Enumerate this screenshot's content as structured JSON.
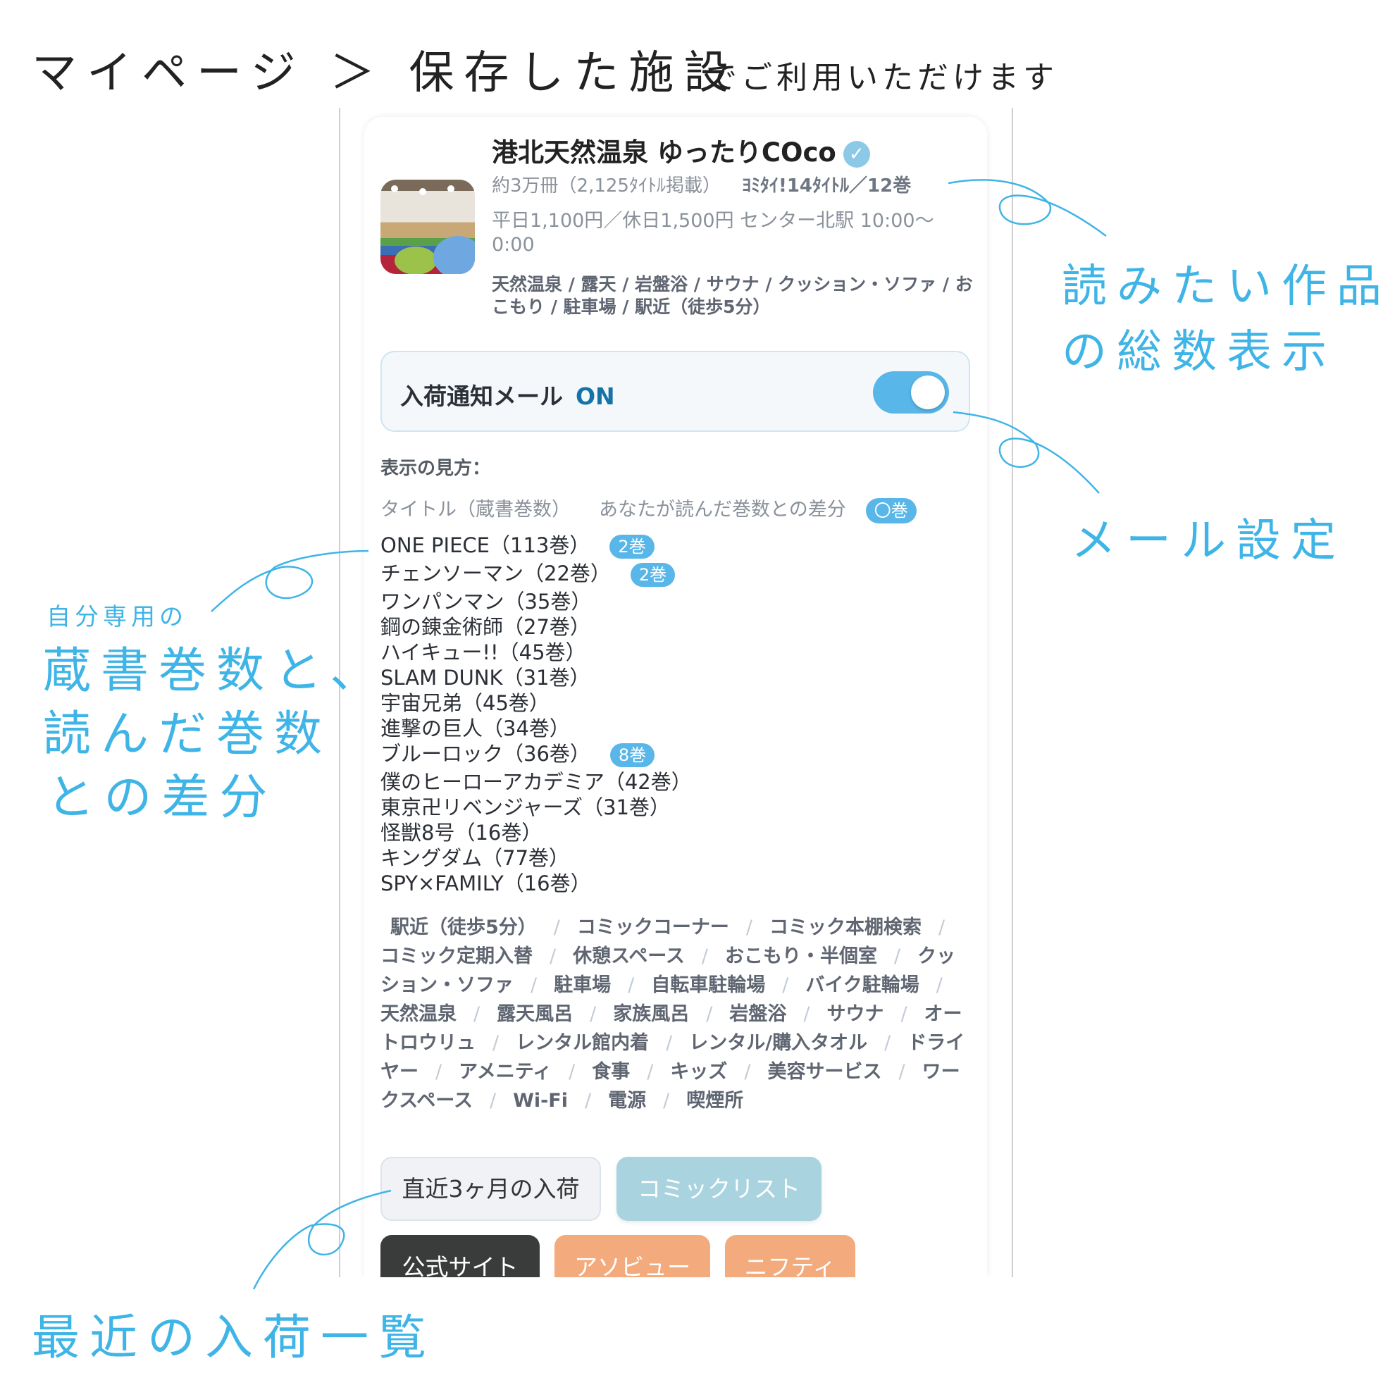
{
  "header": {
    "breadcrumb": "マイページ ＞ 保存した施設",
    "note": "でご利用いただけます"
  },
  "facility": {
    "name": "港北天然温泉 ゆったりCOco",
    "verified_icon": "check-circle-icon",
    "books": "約3万冊（2,125ﾀｲﾄﾙ掲載）",
    "yomitai": "ﾖﾐﾀｲ!14ﾀｲﾄﾙ／12巻",
    "price_hours": "平日1,100円／休日1,500円 センター北駅 10:00〜0:00",
    "tags": "天然温泉 / 露天 / 岩盤浴 / サウナ / クッション・ソファ / おこもり / 駐車場 / 駅近（徒歩5分）"
  },
  "notify": {
    "label": "入荷通知メール",
    "state": "ON",
    "enabled": true,
    "toggle_color": "#58b6e8"
  },
  "howto": {
    "heading": "表示の見方：",
    "title_label": "タイトル（蔵書巻数）",
    "diff_label": "あなたが読んだ巻数との差分",
    "diff_example": "〇巻"
  },
  "comics": [
    {
      "title": "ONE PIECE（113巻）",
      "diff": "2巻"
    },
    {
      "title": "チェンソーマン（22巻）",
      "diff": "2巻"
    },
    {
      "title": "ワンパンマン（35巻）"
    },
    {
      "title": "鋼の錬金術師（27巻）"
    },
    {
      "title": "ハイキュー!!（45巻）"
    },
    {
      "title": "SLAM DUNK（31巻）"
    },
    {
      "title": "宇宙兄弟（45巻）"
    },
    {
      "title": "進撃の巨人（34巻）"
    },
    {
      "title": "ブルーロック（36巻）",
      "diff": "8巻"
    },
    {
      "title": "僕のヒーローアカデミア（42巻）"
    },
    {
      "title": "東京卍リベンジャーズ（31巻）"
    },
    {
      "title": "怪獣8号（16巻）"
    },
    {
      "title": "キングダム（77巻）"
    },
    {
      "title": "SPY×FAMILY（16巻）"
    }
  ],
  "amenities": [
    "駅近（徒歩5分）",
    "コミックコーナー",
    "コミック本棚検索",
    "コミック定期入替",
    "休憩スペース",
    "おこもり・半個室",
    "クッション・ソファ",
    "駐車場",
    "自転車駐輪場",
    "バイク駐輪場",
    "天然温泉",
    "露天風呂",
    "家族風呂",
    "岩盤浴",
    "サウナ",
    "オートロウリュ",
    "レンタル館内着",
    "レンタル/購入タオル",
    "ドライヤー",
    "アメニティ",
    "食事",
    "キッズ",
    "美容サービス",
    "ワークスペース",
    "Wi-Fi",
    "電源",
    "喫煙所"
  ],
  "buttons": {
    "recent": "直近3ヶ月の入荷",
    "comic_list": "コミックリスト",
    "official": "公式サイト",
    "asoview": "アソビュー",
    "nifty": "ニフティ"
  },
  "annotations": {
    "total_line1": "読みたい作品",
    "total_line2": "の総数表示",
    "mail": "メール設定",
    "diff_small": "自分専用の",
    "diff_line1": "蔵書巻数と、",
    "diff_line2": "読んだ巻数",
    "diff_line3": "との差分",
    "recent": "最近の入荷一覧",
    "color": "#3fb4e6"
  }
}
